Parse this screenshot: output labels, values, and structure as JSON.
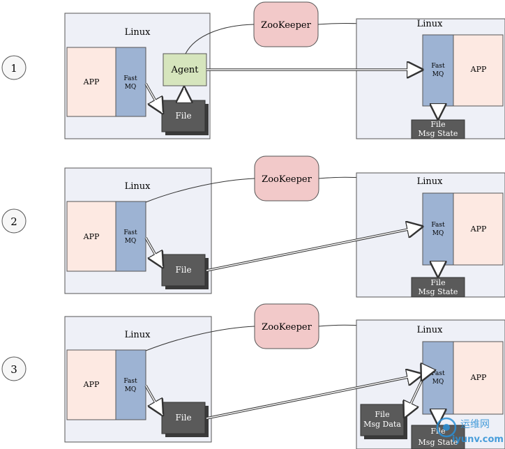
{
  "colors": {
    "linux_bg": "#eef0f7",
    "app_bg": "#fde9e2",
    "fastmq_bg": "#9db3d3",
    "agent_bg": "#d6e5bd",
    "file_bg": "#5a5a5a",
    "zk_bg": "#f2c9c9",
    "stroke": "#333333"
  },
  "scenarios": [
    {
      "number": "1",
      "left_linux": "Linux",
      "left_app": "APP",
      "left_fastmq_line1": "Fast",
      "left_fastmq_line2": "MQ",
      "agent": "Agent",
      "left_file": "File",
      "zookeeper": "ZooKeeper",
      "right_linux": "Linux",
      "right_fastmq_line1": "Fast",
      "right_fastmq_line2": "MQ",
      "right_app": "APP",
      "state_line1": "File",
      "state_line2": "Msg State"
    },
    {
      "number": "2",
      "left_linux": "Linux",
      "left_app": "APP",
      "left_fastmq_line1": "Fast",
      "left_fastmq_line2": "MQ",
      "left_file": "File",
      "zookeeper": "ZooKeeper",
      "right_linux": "Linux",
      "right_fastmq_line1": "Fast",
      "right_fastmq_line2": "MQ",
      "right_app": "APP",
      "state_line1": "File",
      "state_line2": "Msg State"
    },
    {
      "number": "3",
      "left_linux": "Linux",
      "left_app": "APP",
      "left_fastmq_line1": "Fast",
      "left_fastmq_line2": "MQ",
      "left_file": "File",
      "zookeeper": "ZooKeeper",
      "right_linux": "Linux",
      "right_fastmq_line1": "Fast",
      "right_fastmq_line2": "MQ",
      "right_app": "APP",
      "data_line1": "File",
      "data_line2": "Msg Data",
      "state_line1": "File",
      "state_line2": "Msg State"
    }
  ],
  "watermark": {
    "cn": "运维网",
    "url": "iyunv.com"
  }
}
